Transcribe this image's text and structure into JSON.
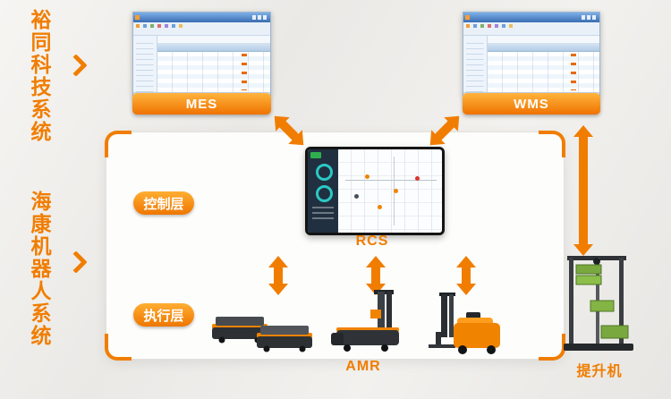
{
  "colors": {
    "accent": "#f17d00",
    "banner_gradient_top": "#ffb43d",
    "banner_gradient_bottom": "#ef7200"
  },
  "sidebar_labels": {
    "top_system": "裕同科技系统",
    "bottom_system": "海康机器人系统"
  },
  "banners": {
    "mes": "MES",
    "wms": "WMS"
  },
  "layers": {
    "control": "控制层",
    "execution": "执行层"
  },
  "labels": {
    "rcs": "RCS",
    "amr": "AMR",
    "lifter": "提升机"
  }
}
